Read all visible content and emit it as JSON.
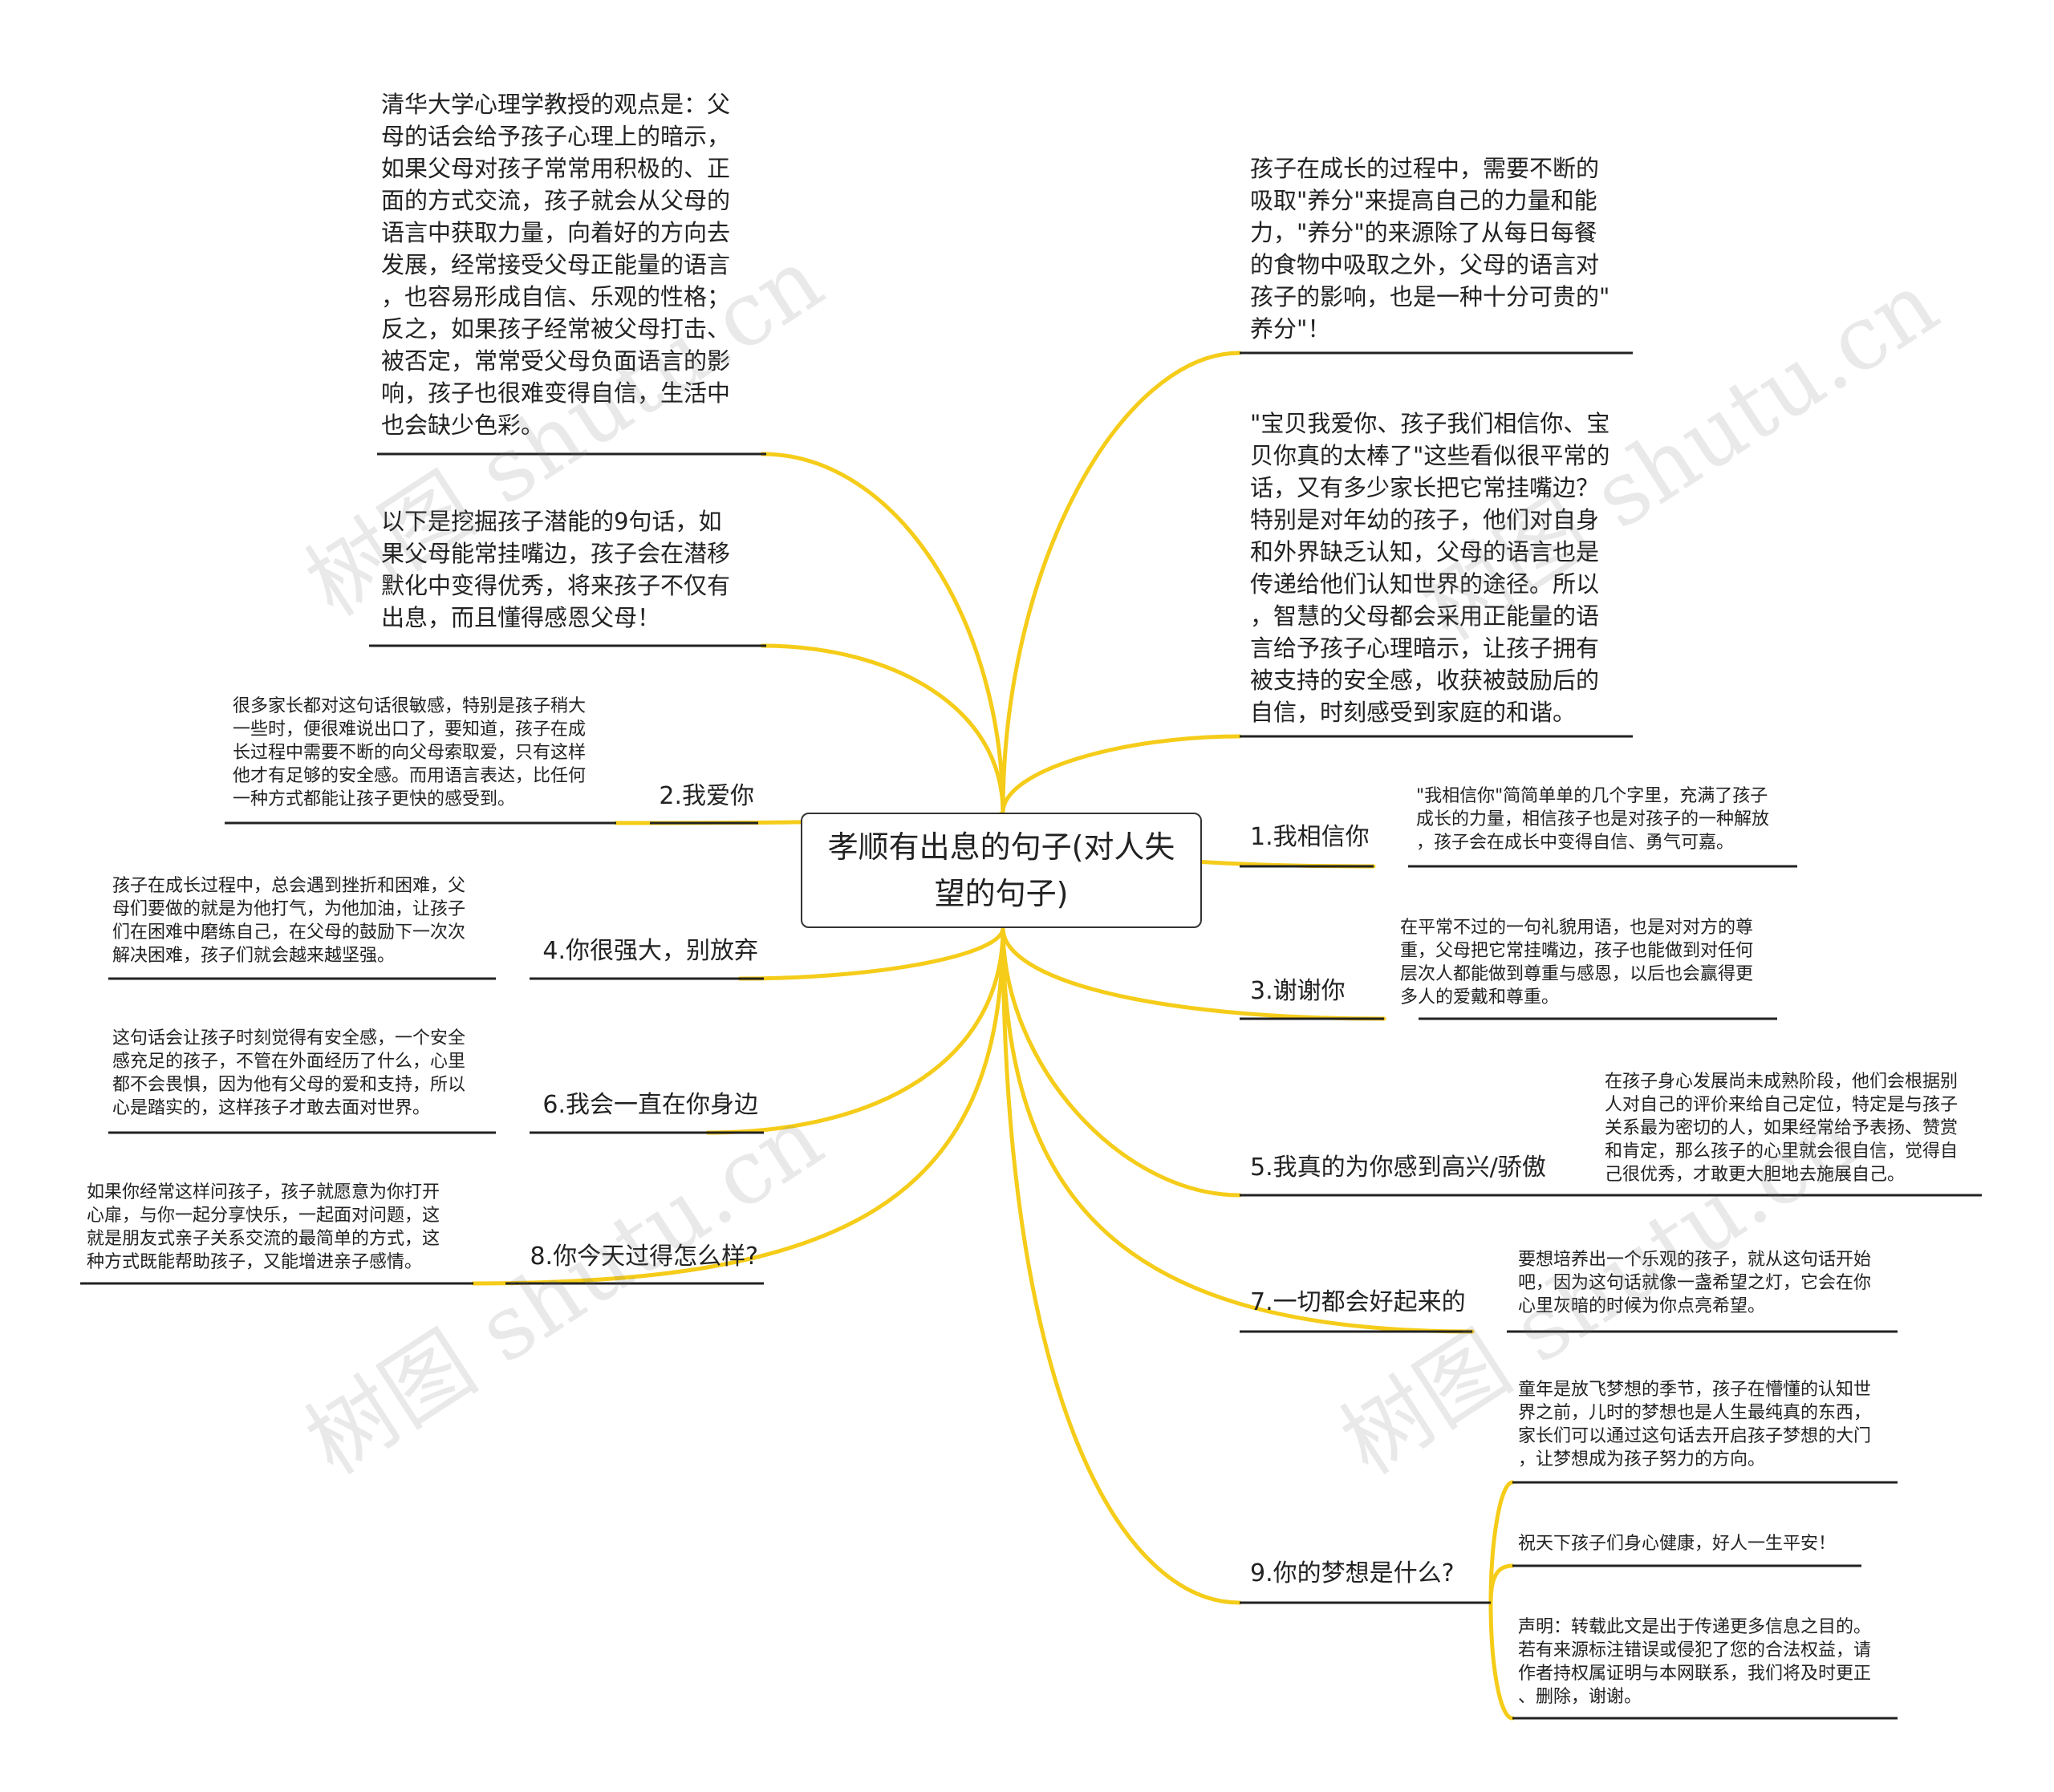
{
  "colors": {
    "branch": "#f5cc19",
    "underline": "#222222",
    "node_border": "#333333",
    "text": "#222222"
  },
  "root": {
    "title": "孝顺有出息的句子(对人失望的句子)"
  },
  "left": {
    "intro_1": "清华大学心理学教授的观点是：父\n母的话会给予孩子心理上的暗示，\n如果父母对孩子常常用积极的、正\n面的方式交流，孩子就会从父母的\n语言中获取力量，向着好的方向去\n发展，经常接受父母正能量的语言\n，也容易形成自信、乐观的性格；\n反之，如果孩子经常被父母打击、\n被否定，常常受父母负面语言的影\n响，孩子也很难变得自信，生活中\n也会缺少色彩。",
    "intro_2": "以下是挖掘孩子潜能的9句话，如\n果父母能常挂嘴边，孩子会在潜移\n默化中变得优秀，将来孩子不仅有\n出息，而且懂得感恩父母！",
    "b2": {
      "label": "2.我爱你",
      "detail": "很多家长都对这句话很敏感，特别是孩子稍大\n一些时，便很难说出口了，要知道，孩子在成\n长过程中需要不断的向父母索取爱，只有这样\n他才有足够的安全感。而用语言表达，比任何\n一种方式都能让孩子更快的感受到。"
    },
    "b4": {
      "label": "4.你很强大，别放弃",
      "detail": "孩子在成长过程中，总会遇到挫折和困难，父\n母们要做的就是为他打气，为他加油，让孩子\n们在困难中磨练自己，在父母的鼓励下一次次\n解决困难，孩子们就会越来越坚强。"
    },
    "b6": {
      "label": "6.我会一直在你身边",
      "detail": "这句话会让孩子时刻觉得有安全感，一个安全\n感充足的孩子，不管在外面经历了什么，心里\n都不会畏惧，因为他有父母的爱和支持，所以\n心是踏实的，这样孩子才敢去面对世界。"
    },
    "b8": {
      "label": "8.你今天过得怎么样?",
      "detail": "如果你经常这样问孩子，孩子就愿意为你打开\n心扉，与你一起分享快乐，一起面对问题，这\n就是朋友式亲子关系交流的最简单的方式，这\n种方式既能帮助孩子，又能增进亲子感情。"
    }
  },
  "right": {
    "intro_1": "孩子在成长的过程中，需要不断的\n吸取\"养分\"来提高自己的力量和能\n力，\"养分\"的来源除了从每日每餐\n的食物中吸取之外，父母的语言对\n孩子的影响，也是一种十分可贵的\"\n养分\"！",
    "intro_2": "\"宝贝我爱你、孩子我们相信你、宝\n贝你真的太棒了\"这些看似很平常的\n话，又有多少家长把它常挂嘴边？\n特别是对年幼的孩子，他们对自身\n和外界缺乏认知，父母的语言也是\n传递给他们认知世界的途径。所以\n，智慧的父母都会采用正能量的语\n言给予孩子心理暗示，让孩子拥有\n被支持的安全感，收获被鼓励后的\n自信，时刻感受到家庭的和谐。",
    "b1": {
      "label": "1.我相信你",
      "detail": "\"我相信你\"简简单单的几个字里，充满了孩子\n成长的力量，相信孩子也是对孩子的一种解放\n，孩子会在成长中变得自信、勇气可嘉。"
    },
    "b3": {
      "label": "3.谢谢你",
      "detail": "在平常不过的一句礼貌用语，也是对对方的尊\n重，父母把它常挂嘴边，孩子也能做到对任何\n层次人都能做到尊重与感恩，以后也会赢得更\n多人的爱戴和尊重。"
    },
    "b5": {
      "label": "5.我真的为你感到高兴/骄傲",
      "detail": "在孩子身心发展尚未成熟阶段，他们会根据别\n人对自己的评价来给自己定位，特定是与孩子\n关系最为密切的人，如果经常给予表扬、赞赏\n和肯定，那么孩子的心里就会很自信，觉得自\n己很优秀，才敢更大胆地去施展自己。"
    },
    "b7": {
      "label": "7.一切都会好起来的",
      "detail": "要想培养出一个乐观的孩子，就从这句话开始\n吧，因为这句话就像一盏希望之灯，它会在你\n心里灰暗的时候为你点亮希望。"
    },
    "b9": {
      "label": "9.你的梦想是什么?",
      "detail_1": "童年是放飞梦想的季节，孩子在懵懂的认知世\n界之前，儿时的梦想也是人生最纯真的东西，\n家长们可以通过这句话去开启孩子梦想的大门\n，让梦想成为孩子努力的方向。",
      "detail_2": "祝天下孩子们身心健康，好人一生平安！",
      "detail_3": "声明：转载此文是出于传递更多信息之目的。\n若有来源标注错误或侵犯了您的合法权益，请\n作者持权属证明与本网联系，我们将及时更正\n、删除，谢谢。"
    }
  },
  "watermarks": [
    "树图 shutu.cn",
    "树图 shutu.cn",
    "树图 shutu.cn",
    "树图 shutu.cn"
  ]
}
